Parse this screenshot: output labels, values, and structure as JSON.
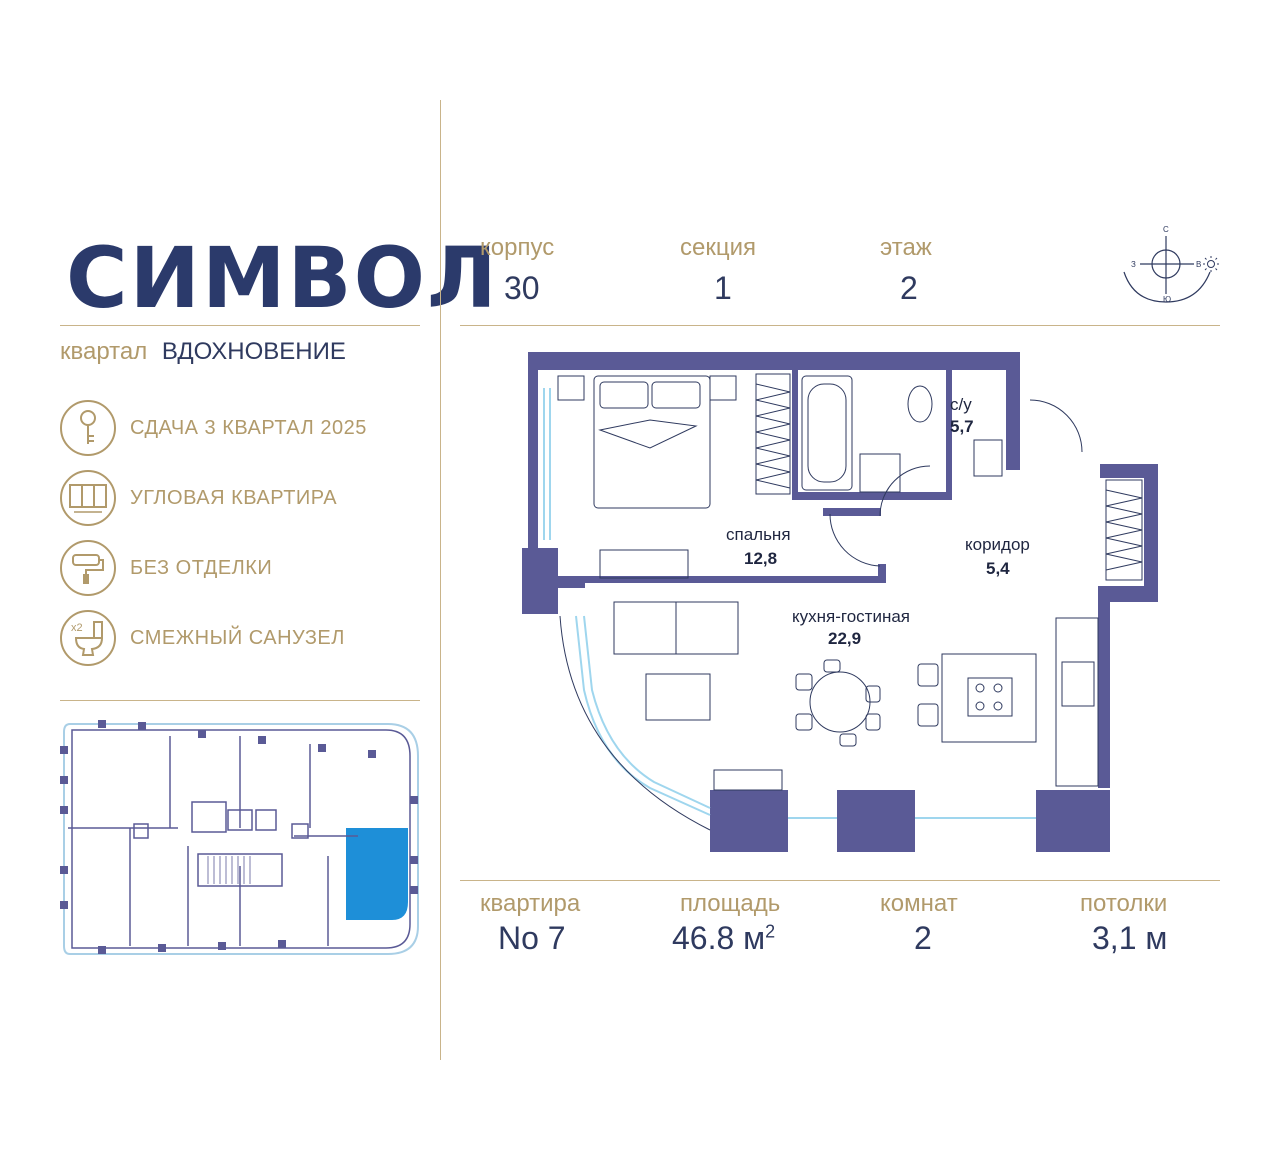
{
  "brand": {
    "logo": "СИМВОЛ",
    "quarter_prefix": "квартал",
    "quarter_name": "ВДОХНОВЕНИЕ"
  },
  "features": [
    {
      "icon": "key-icon",
      "label": "СДАЧА 3 КВАРТАЛ 2025"
    },
    {
      "icon": "corner-window-icon",
      "label": "УГЛОВАЯ КВАРТИРА"
    },
    {
      "icon": "paint-roller-icon",
      "label": "БЕЗ ОТДЕЛКИ"
    },
    {
      "icon": "toilet-icon",
      "label": "СМЕЖНЫЙ САНУЗЕЛ",
      "badge": "x2"
    }
  ],
  "top_stats": [
    {
      "label": "корпус",
      "value": "30"
    },
    {
      "label": "секция",
      "value": "1"
    },
    {
      "label": "этаж",
      "value": "2"
    }
  ],
  "compass": {
    "n": "С",
    "s": "Ю",
    "w": "З",
    "e": "В"
  },
  "rooms": [
    {
      "label": "с/у",
      "area": "5,7"
    },
    {
      "label": "спальня",
      "area": "12,8"
    },
    {
      "label": "коридор",
      "area": "5,4"
    },
    {
      "label": "кухня-гостиная",
      "area": "22,9"
    }
  ],
  "bottom_stats": [
    {
      "label": "квартира",
      "value": "No 7"
    },
    {
      "label": "площадь",
      "value": "46.8 м",
      "sup": "2"
    },
    {
      "label": "комнат",
      "value": "2"
    },
    {
      "label": "потолки",
      "value": "3,1 м"
    }
  ],
  "colors": {
    "wall": "#5a5a96",
    "gold": "#b19a6b",
    "navy": "#2b3a6b",
    "highlight": "#1e8fd8",
    "glass": "#9fd6ee"
  }
}
